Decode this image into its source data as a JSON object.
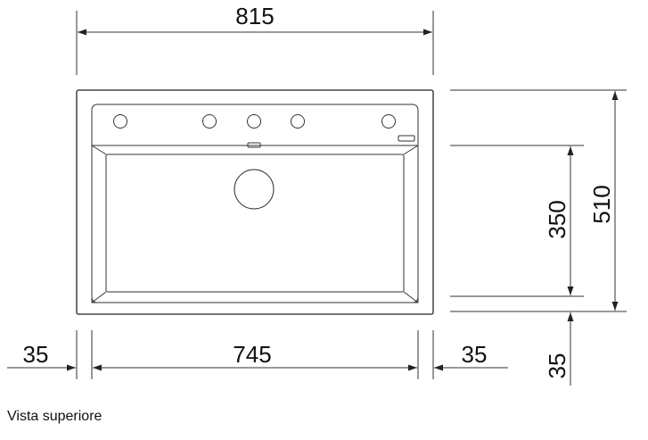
{
  "dimensions": {
    "total_width": "815",
    "bowl_width": "745",
    "left_margin": "35",
    "right_margin": "35",
    "total_depth": "510",
    "bowl_depth": "350",
    "front_margin": "35"
  },
  "caption": "Vista superiore",
  "colors": {
    "line": "#222222",
    "text": "#111111",
    "background": "#ffffff"
  }
}
